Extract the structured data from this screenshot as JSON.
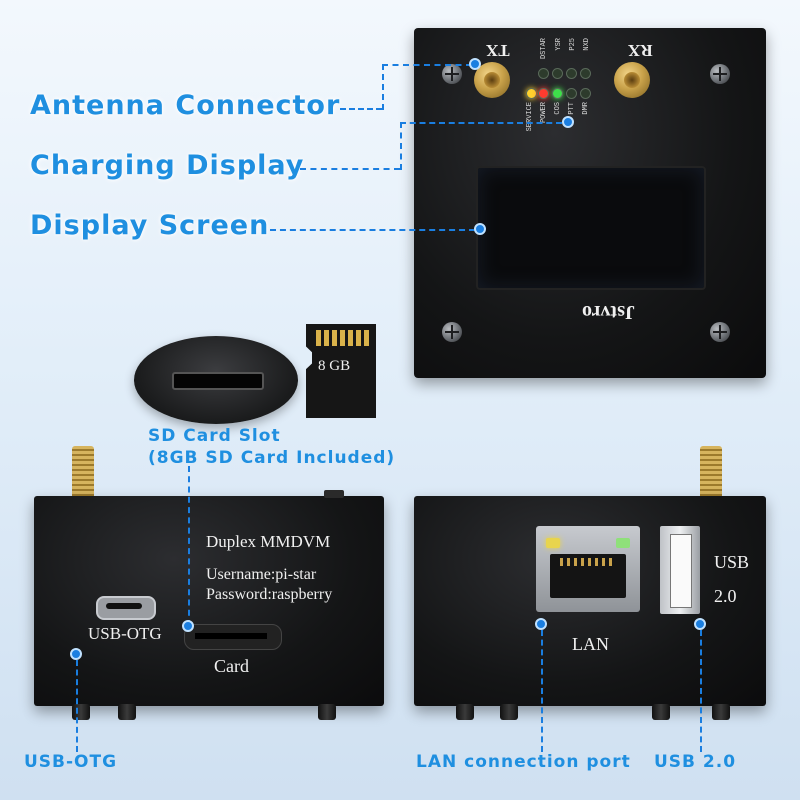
{
  "callouts": {
    "antenna": "Antenna Connector",
    "charging": "Charging Display",
    "display": "Display Screen",
    "sd_line1": "SD Card Slot",
    "sd_line2": "(8GB SD Card Included)",
    "usb_otg": "USB-OTG",
    "lan_port": "LAN connection port",
    "usb20": "USB 2.0"
  },
  "top_device": {
    "tx_label": "TX",
    "rx_label": "RX",
    "led_labels_top": [
      "DSTAR",
      "YSR",
      "P25",
      "NXD"
    ],
    "led_labels_bottom": [
      "SERVICE",
      "POWER",
      "COS",
      "PTT",
      "DMR"
    ],
    "brand": "Jstvro"
  },
  "sd_card": {
    "size_label": "8 GB"
  },
  "left_device": {
    "line1": "Duplex MMDVM",
    "line2": "Username:pi-star",
    "line3": "Password:raspberry",
    "port_label": "USB-OTG",
    "card_label": "Card"
  },
  "right_device": {
    "lan_label": "LAN",
    "usb_label_1": "USB",
    "usb_label_2": "2.0"
  },
  "colors": {
    "callout_blue": "#1f8fe0",
    "antenna_gold": "#c9a24a",
    "led_green": "#3ee04a",
    "led_red": "#ff3b2f",
    "led_yellow": "#ffd22e"
  }
}
